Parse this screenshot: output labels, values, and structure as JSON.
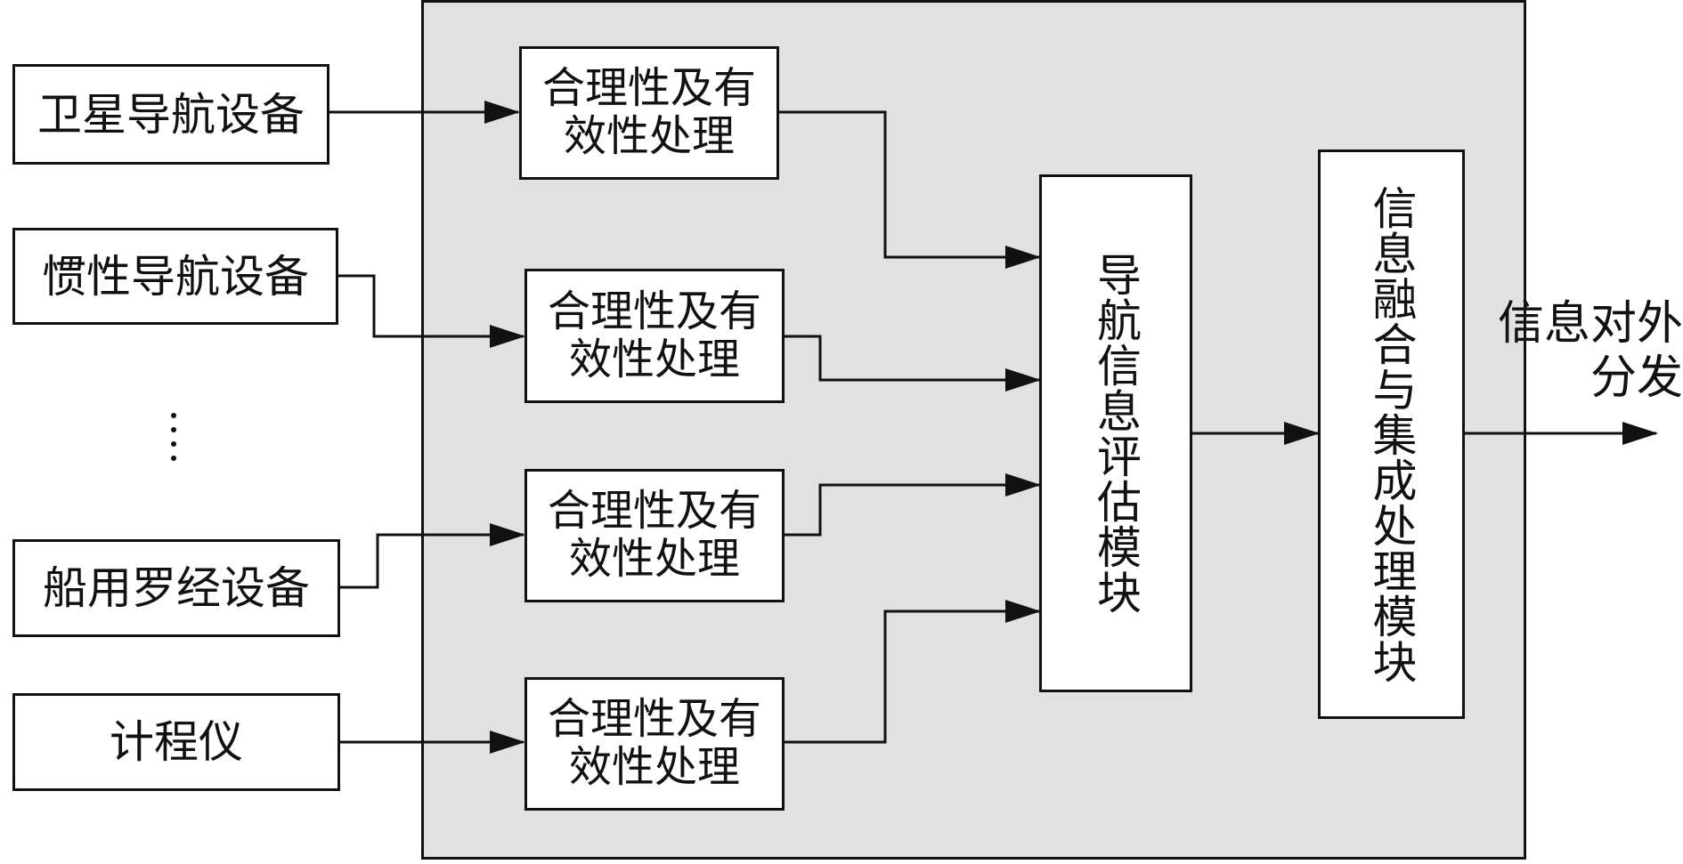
{
  "sources": {
    "satellite": "卫星导航设备",
    "inertial": "惯性导航设备",
    "ellipsis": "⋮",
    "compass": "船用罗经设备",
    "log": "计程仪"
  },
  "processing": {
    "p1": "合理性及有效性处理",
    "p2": "合理性及有效性处理",
    "p3": "合理性及有效性处理",
    "p4": "合理性及有效性处理"
  },
  "evaluation_module": "导航信息评估模块",
  "fusion_module": "信息融合与集成处理模块",
  "output_label": "信息对外分发",
  "colors": {
    "panel": "#e1e1e1",
    "line": "#111111"
  }
}
